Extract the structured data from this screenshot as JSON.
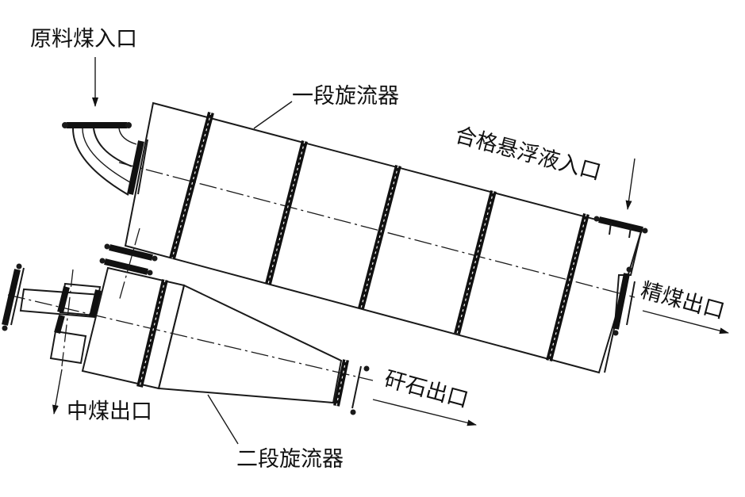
{
  "labels": {
    "raw_coal_inlet": "原料煤入口",
    "stage1_cyclone": "一段旋流器",
    "medium_inlet": "合格悬浮液入口",
    "clean_coal_outlet": "精煤出口",
    "gangue_outlet": "矸石出口",
    "middling_outlet": "中煤出口",
    "stage2_cyclone": "二段旋流器"
  }
}
